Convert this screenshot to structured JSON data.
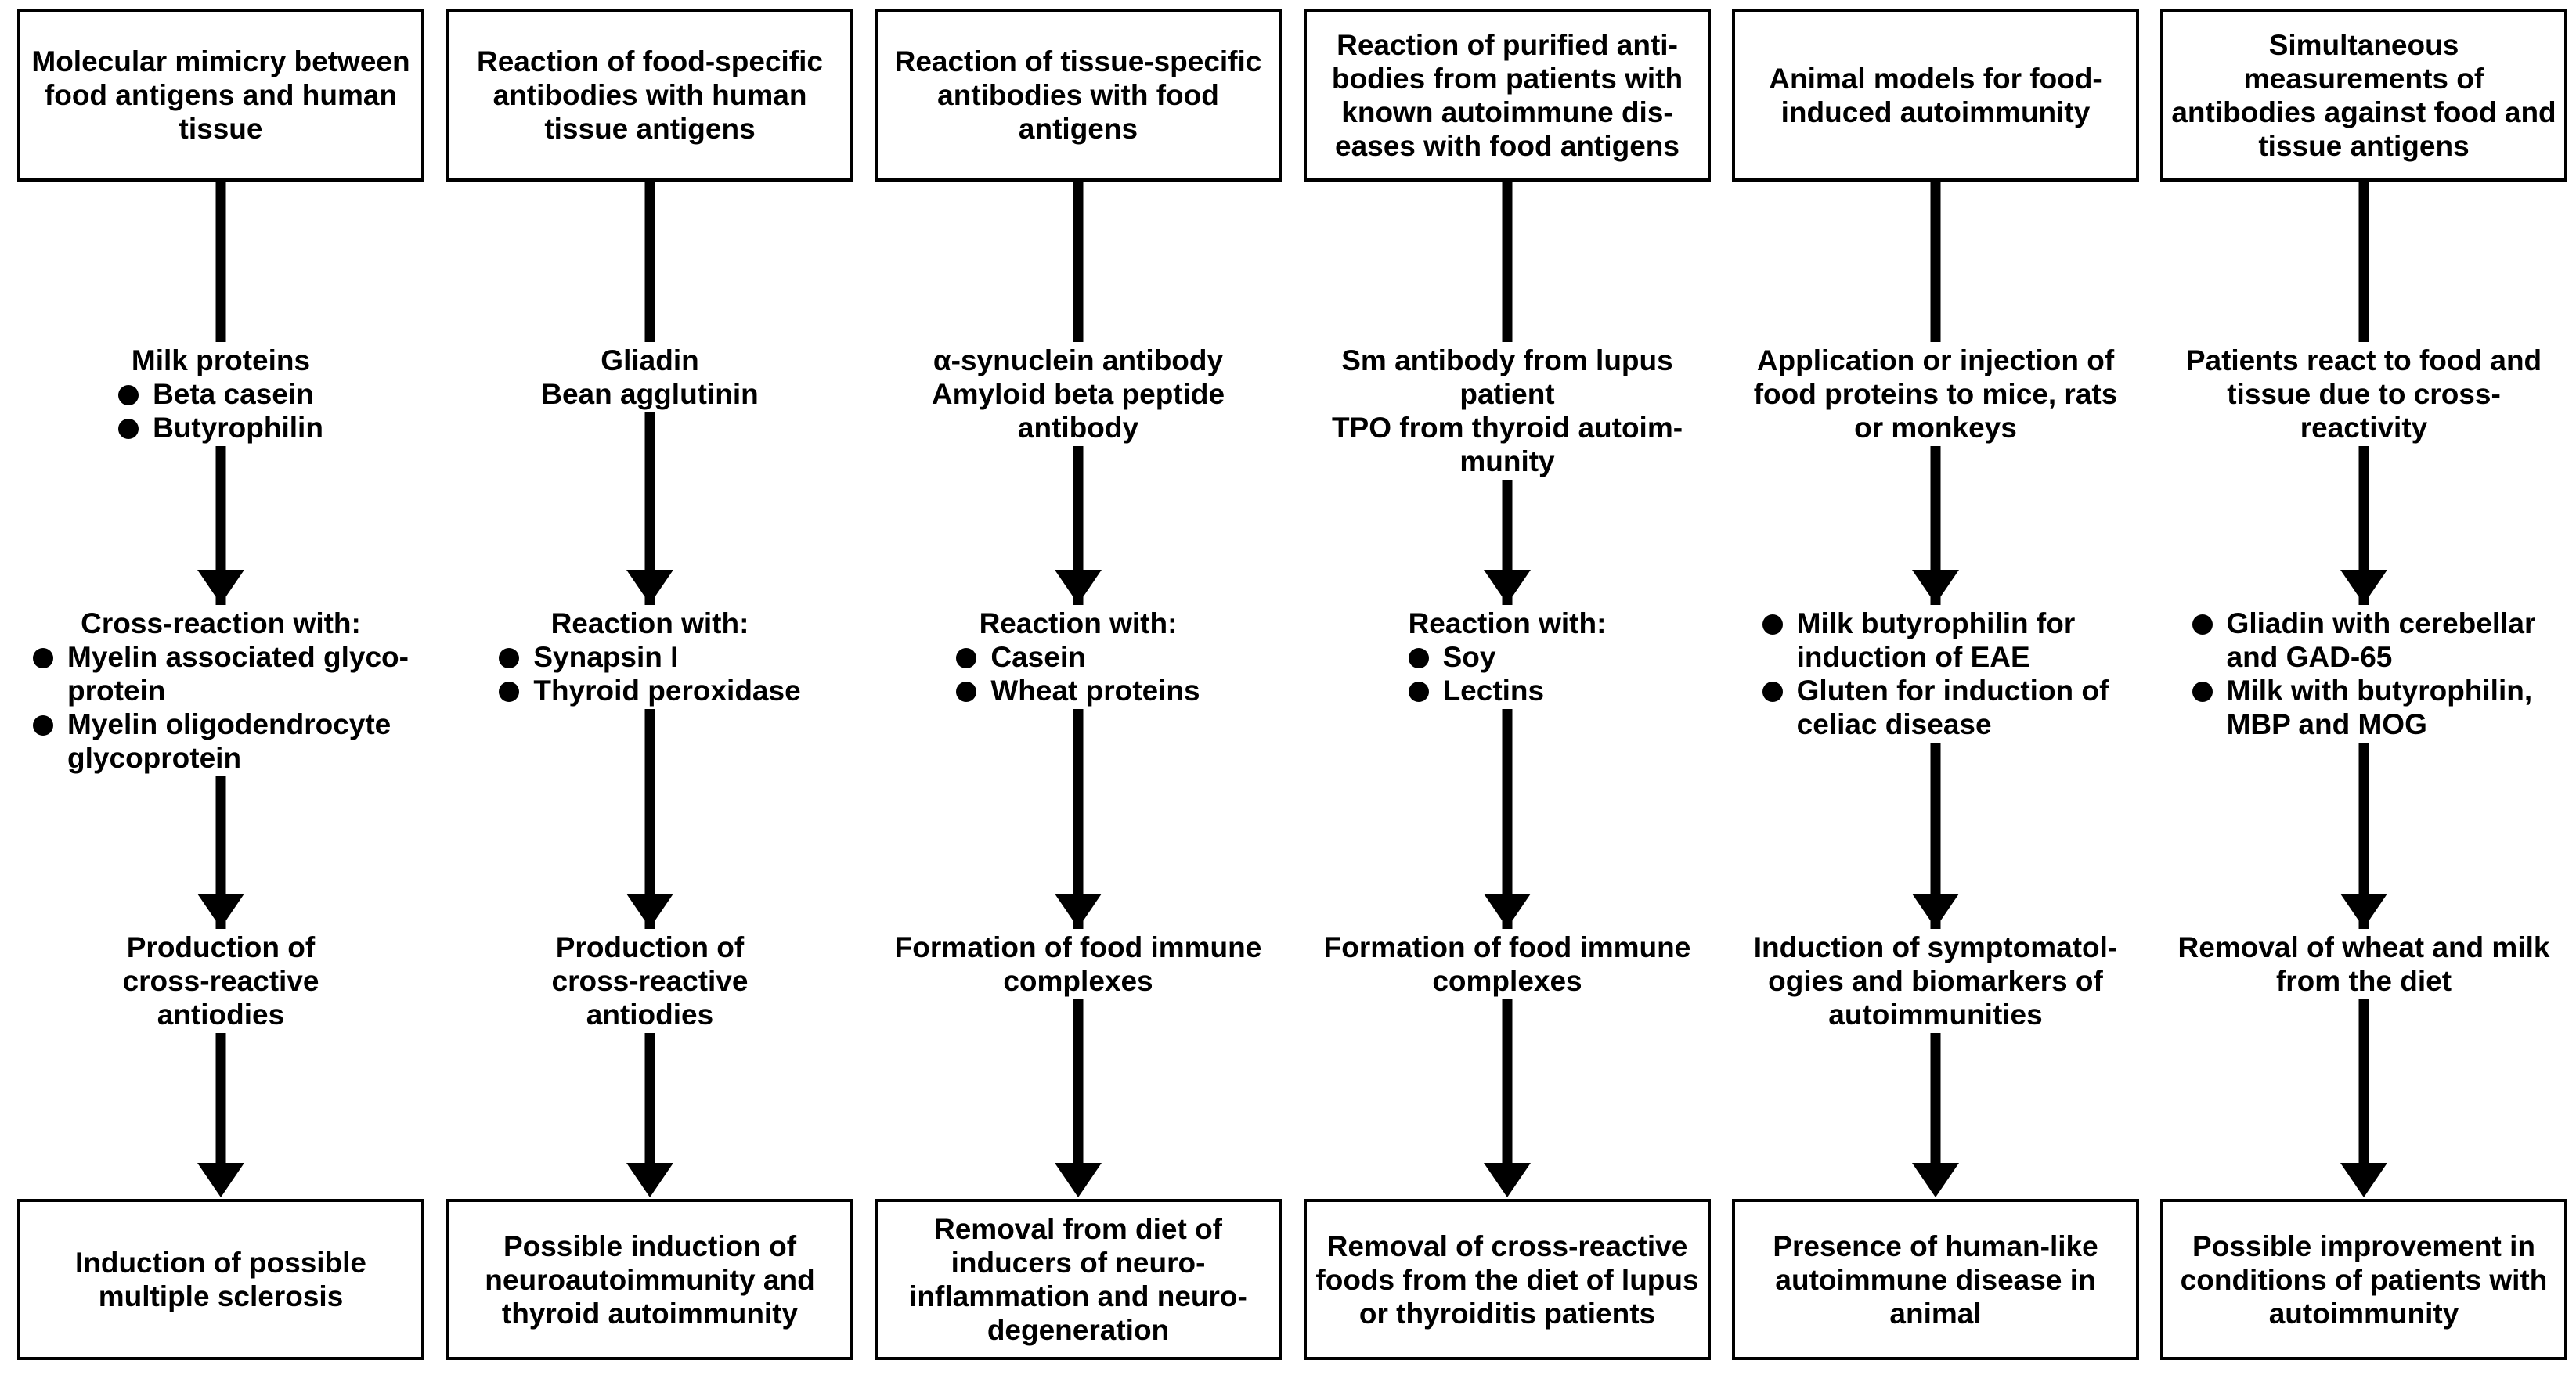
{
  "columns": [
    {
      "header": "Molecular mimicry between food antigens and human tissue",
      "step1": {
        "lines": [
          "Milk proteins"
        ],
        "bullets": [
          "Beta casein",
          "Butyrophilin"
        ]
      },
      "step2": {
        "lines": [
          "Cross-reaction with:"
        ],
        "bullets": [
          "Myelin associated glyco-|protein",
          "Myelin oligodendrocyte|glycoprotein"
        ]
      },
      "step3": {
        "lines": [
          "Production of",
          "cross-reactive",
          "antiodies"
        ]
      },
      "footer": "Induction of possible multiple sclerosis"
    },
    {
      "header": "Reaction of food-specific antibodies with human tissue antigens",
      "step1": {
        "lines": [
          "Gliadin",
          "Bean agglutinin"
        ]
      },
      "step2": {
        "lines": [
          "Reaction with:"
        ],
        "bullets": [
          "Synapsin I",
          "Thyroid peroxidase"
        ]
      },
      "step3": {
        "lines": [
          "Production of",
          "cross-reactive",
          "antiodies"
        ]
      },
      "footer": "Possible induction of neuroautoimmunity and thyroid autoimmunity"
    },
    {
      "header": "Reaction of tissue-specific antibodies with food antigens",
      "step1": {
        "lines": [
          "α-synuclein antibody",
          "Amyloid beta peptide",
          "antibody"
        ]
      },
      "step2": {
        "lines": [
          "Reaction with:"
        ],
        "bullets": [
          "Casein",
          "Wheat proteins"
        ]
      },
      "step3": {
        "lines": [
          "Formation of food immune",
          "complexes"
        ]
      },
      "footer": "Removal from diet of inducers of neuro-inflammation and neuro-degeneration"
    },
    {
      "header": "Reaction of purified anti-bodies from patients with known autoimmune dis-eases with food antigens",
      "step1": {
        "lines": [
          "Sm antibody from lupus",
          "patient",
          "TPO from thyroid autoim-",
          "munity"
        ]
      },
      "step2": {
        "lines": [
          "Reaction with:"
        ],
        "bullets": [
          "Soy",
          "Lectins"
        ]
      },
      "step3": {
        "lines": [
          "Formation of food immune",
          "complexes"
        ]
      },
      "footer": "Removal of cross-reactive foods from the diet of lupus or thyroiditis patients"
    },
    {
      "header": "Animal models for food-induced autoimmunity",
      "step1": {
        "lines": [
          "Application or injection of",
          "food proteins to mice, rats",
          "or monkeys"
        ]
      },
      "step2": {
        "lines": [],
        "bullets": [
          "Milk butyrophilin for|induction of EAE",
          "Gluten for induction of|celiac disease"
        ]
      },
      "step3": {
        "lines": [
          "Induction of symptomatol-",
          "ogies and biomarkers of",
          "autoimmunities"
        ]
      },
      "footer": "Presence of human-like autoimmune disease in animal"
    },
    {
      "header": "Simultaneous measurements of antibodies against food and tissue antigens",
      "step1": {
        "lines": [
          "Patients react to food and",
          "tissue due to cross-",
          "reactivity"
        ]
      },
      "step2": {
        "lines": [],
        "bullets": [
          "Gliadin with cerebellar|and GAD-65",
          "Milk with butyrophilin,|MBP and MOG"
        ]
      },
      "step3": {
        "lines": [
          "Removal of wheat and milk",
          "from the diet"
        ]
      },
      "footer": "Possible improvement in conditions of patients with autoimmunity"
    }
  ]
}
